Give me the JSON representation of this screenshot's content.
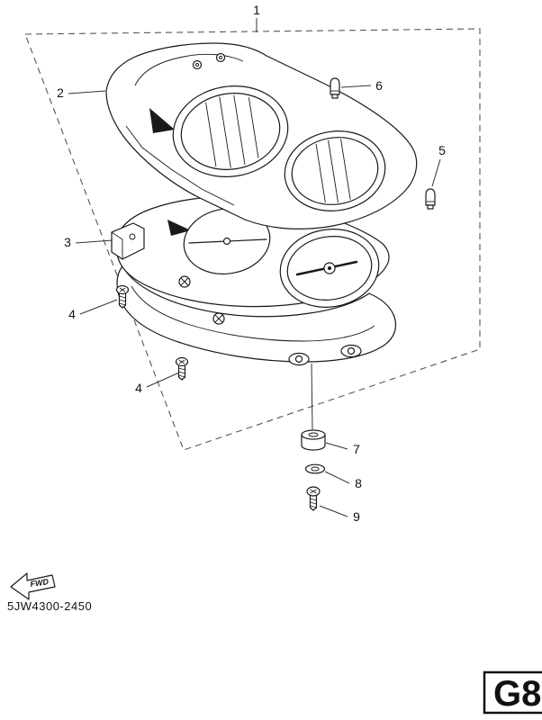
{
  "page": {
    "background": "#ffffff",
    "line_color": "#1a1a1a"
  },
  "diagram": {
    "drawing_number": "5JW4300-2450",
    "page_code": "G8",
    "fwd_label": "FWD",
    "callouts": [
      {
        "label": "1"
      },
      {
        "label": "2"
      },
      {
        "label": "3"
      },
      {
        "label": "4"
      },
      {
        "label": "4"
      },
      {
        "label": "5"
      },
      {
        "label": "6"
      },
      {
        "label": "7"
      },
      {
        "label": "8"
      },
      {
        "label": "9"
      }
    ]
  }
}
